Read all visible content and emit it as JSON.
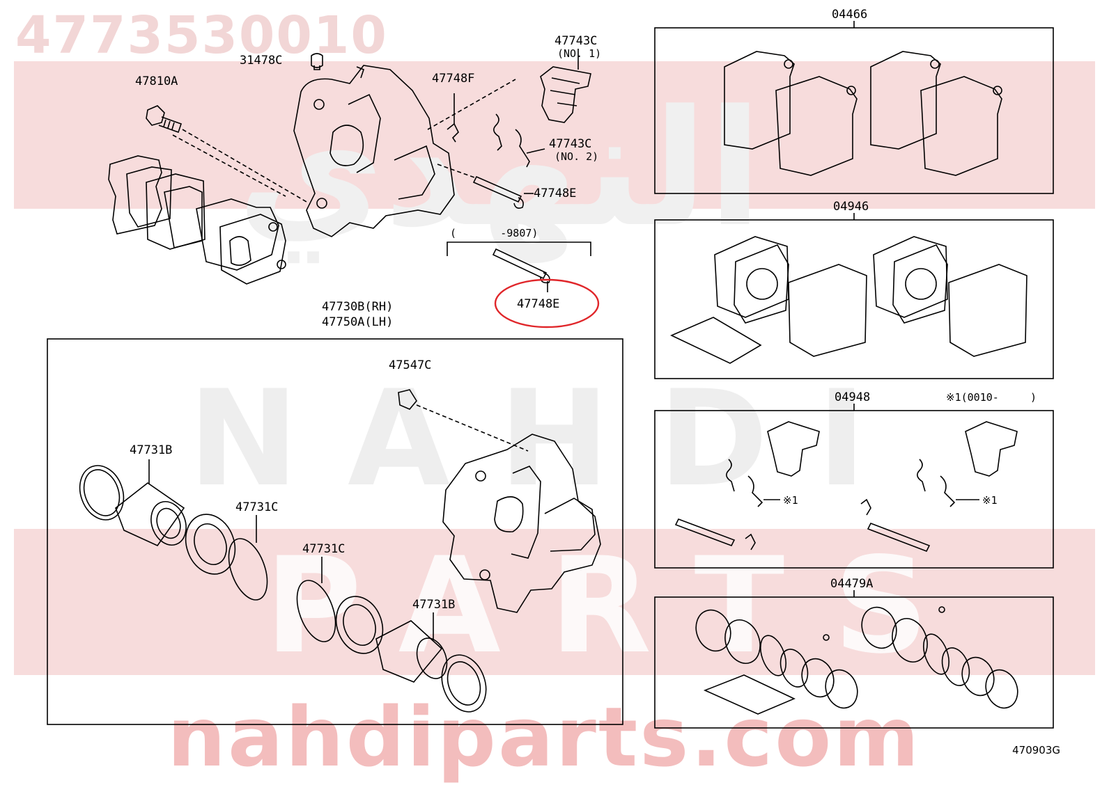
{
  "watermark": {
    "part_number": "4773530010",
    "brand_arabic": "النهدي",
    "brand_latin": "NAHDI",
    "brand_parts": "PARTS",
    "website": "nahdiparts.com"
  },
  "callouts": {
    "c31478C": "31478C",
    "c47810A": "47810A",
    "c47748F": "47748F",
    "c47743C_1": "47743C",
    "c47743C_1_note": "(NO. 1)",
    "c47743C_2": "47743C",
    "c47743C_2_note": "(NO. 2)",
    "c47748E_top": "47748E",
    "c9807_bracket": "(       -9807)",
    "c47748E_highlight": "47748E",
    "c47730B": "47730B(RH)",
    "c47750A": "47750A(LH)",
    "c47547C": "47547C",
    "c47731B_left": "47731B",
    "c47731C_upper": "47731C",
    "c47731C_lower": "47731C",
    "c47731B_right": "47731B"
  },
  "kits": {
    "k04466": "04466",
    "k04946": "04946",
    "k04948": "04948",
    "k04948_note": "※1(0010-     )",
    "k04948_ref1": "※1",
    "k04948_ref2": "※1",
    "k04479A": "04479A"
  },
  "footer": {
    "figure_id": "470903G"
  },
  "colors": {
    "highlight": "#e0262a",
    "watermark_band": "#f7dcdc",
    "line": "#000000"
  }
}
